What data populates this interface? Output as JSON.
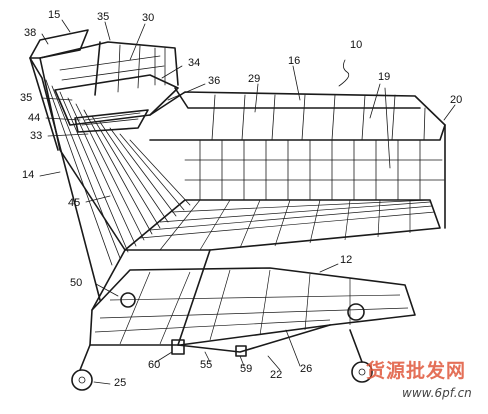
{
  "figure": {
    "reference_numerals": [
      {
        "id": "n15",
        "text": "15"
      },
      {
        "id": "n35a",
        "text": "35"
      },
      {
        "id": "n30",
        "text": "30"
      },
      {
        "id": "n38",
        "text": "38"
      },
      {
        "id": "n34",
        "text": "34"
      },
      {
        "id": "n10",
        "text": "10"
      },
      {
        "id": "n16",
        "text": "16"
      },
      {
        "id": "n29",
        "text": "29"
      },
      {
        "id": "n36",
        "text": "36"
      },
      {
        "id": "n19",
        "text": "19"
      },
      {
        "id": "n20",
        "text": "20"
      },
      {
        "id": "n35b",
        "text": "35"
      },
      {
        "id": "n44",
        "text": "44"
      },
      {
        "id": "n33",
        "text": "33"
      },
      {
        "id": "n14",
        "text": "14"
      },
      {
        "id": "n45",
        "text": "45"
      },
      {
        "id": "n12",
        "text": "12"
      },
      {
        "id": "n50",
        "text": "50"
      },
      {
        "id": "n60",
        "text": "60"
      },
      {
        "id": "n55",
        "text": "55"
      },
      {
        "id": "n59",
        "text": "59"
      },
      {
        "id": "n22",
        "text": "22"
      },
      {
        "id": "n26",
        "text": "26"
      },
      {
        "id": "n25",
        "text": "25"
      }
    ]
  },
  "watermark": {
    "chinese": "货源批发网",
    "url": "www.6pf.cn"
  }
}
